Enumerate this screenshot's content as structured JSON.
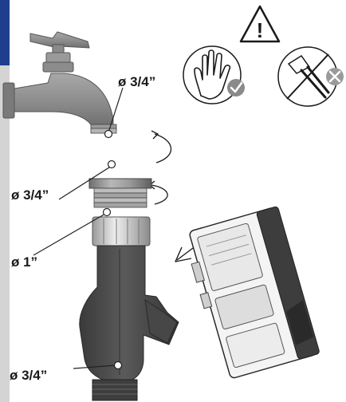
{
  "labels": {
    "faucet_thread": "ø 3/4”",
    "adapter_thread": "ø 3/4”",
    "valve_inlet": "ø 1”",
    "valve_outlet": "ø 3/4”"
  },
  "warning": {
    "symbol": "!"
  },
  "icons": [
    "warning-triangle-icon",
    "hand-tighten-icon",
    "checkmark-icon",
    "pliers-icon",
    "cross-icon",
    "rotate-arrow-icon",
    "insert-arrow-icon"
  ],
  "colors": {
    "brand_tab": "#1f3f8e",
    "faucet_metal": "#8c8c8c",
    "valve_body": "#4d4d4d",
    "controller_dark": "#3d3d3d",
    "check_badge": "#8a8a8a",
    "cross_badge": "#9a9a9a"
  }
}
